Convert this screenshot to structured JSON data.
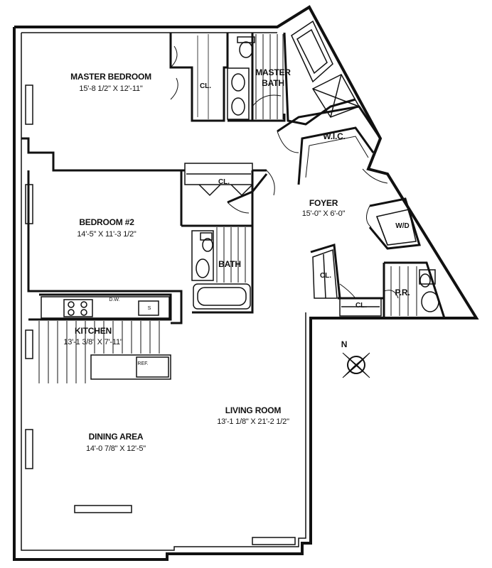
{
  "rooms": {
    "master_bedroom": {
      "name": "MASTER BEDROOM",
      "dims": "15'-8 1/2\" X 12'-11\""
    },
    "master_bath": {
      "name_line1": "MASTER",
      "name_line2": "BATH"
    },
    "wic": {
      "name": "W.I.C."
    },
    "foyer": {
      "name": "FOYER",
      "dims": "15'-0\" X 6'-0\""
    },
    "wd": {
      "name": "W/D"
    },
    "bedroom2": {
      "name": "BEDROOM #2",
      "dims": "14'-5\" X 11'-3 1/2\""
    },
    "bath": {
      "name": "BATH"
    },
    "kitchen": {
      "name": "KITCHEN",
      "dims": "13'-1 3/8\" X 7'-11\""
    },
    "living_room": {
      "name": "LIVING ROOM",
      "dims": "13'-1 1/8\" X 21'-2 1/2\""
    },
    "dining_area": {
      "name": "DINING AREA",
      "dims": "14'-0 7/8\" X 12'-5\""
    },
    "powder_room": {
      "name": "P.R."
    }
  },
  "closets": {
    "master": "CL.",
    "bedroom2": "CL.",
    "foyer_left": "CL.",
    "foyer_bottom": "CL."
  },
  "fixtures": {
    "dishwasher": "D.W.",
    "sink": "S",
    "refrigerator": "REF."
  },
  "compass": {
    "north_label": "N"
  }
}
